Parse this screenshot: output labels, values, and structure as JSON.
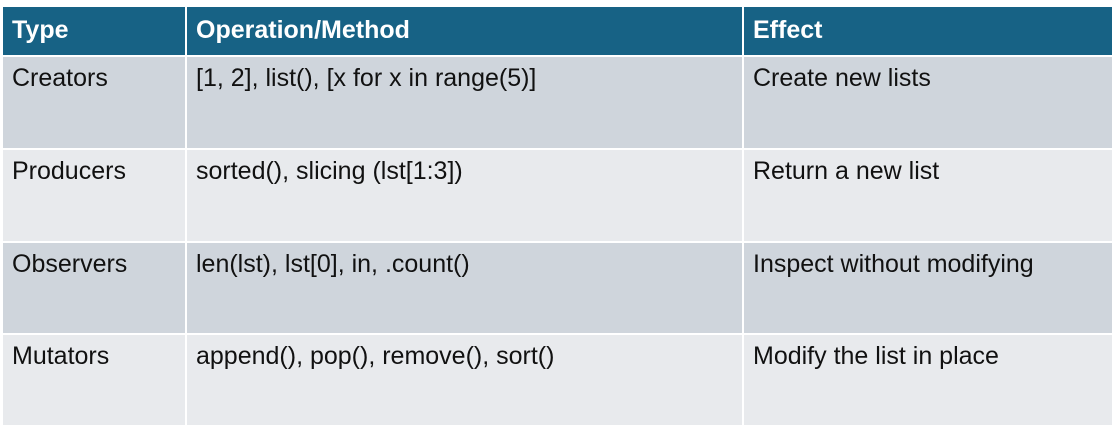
{
  "table": {
    "headers": [
      "Type",
      "Operation/Method",
      "Effect"
    ],
    "rows": [
      [
        "Creators",
        "[1, 2], list(), [x for x in range(5)]",
        "Create new lists"
      ],
      [
        "Producers",
        "sorted(), slicing (lst[1:3])",
        "Return a new list"
      ],
      [
        "Observers",
        "len(lst), lst[0], in, .count()",
        "Inspect without modifying"
      ],
      [
        "Mutators",
        "append(), pop(), remove(), sort()",
        "Modify the list in place"
      ]
    ]
  },
  "colors": {
    "header_bg": "#176285",
    "row_band_dark": "#cfd5dc",
    "row_band_light": "#e8eaed"
  }
}
